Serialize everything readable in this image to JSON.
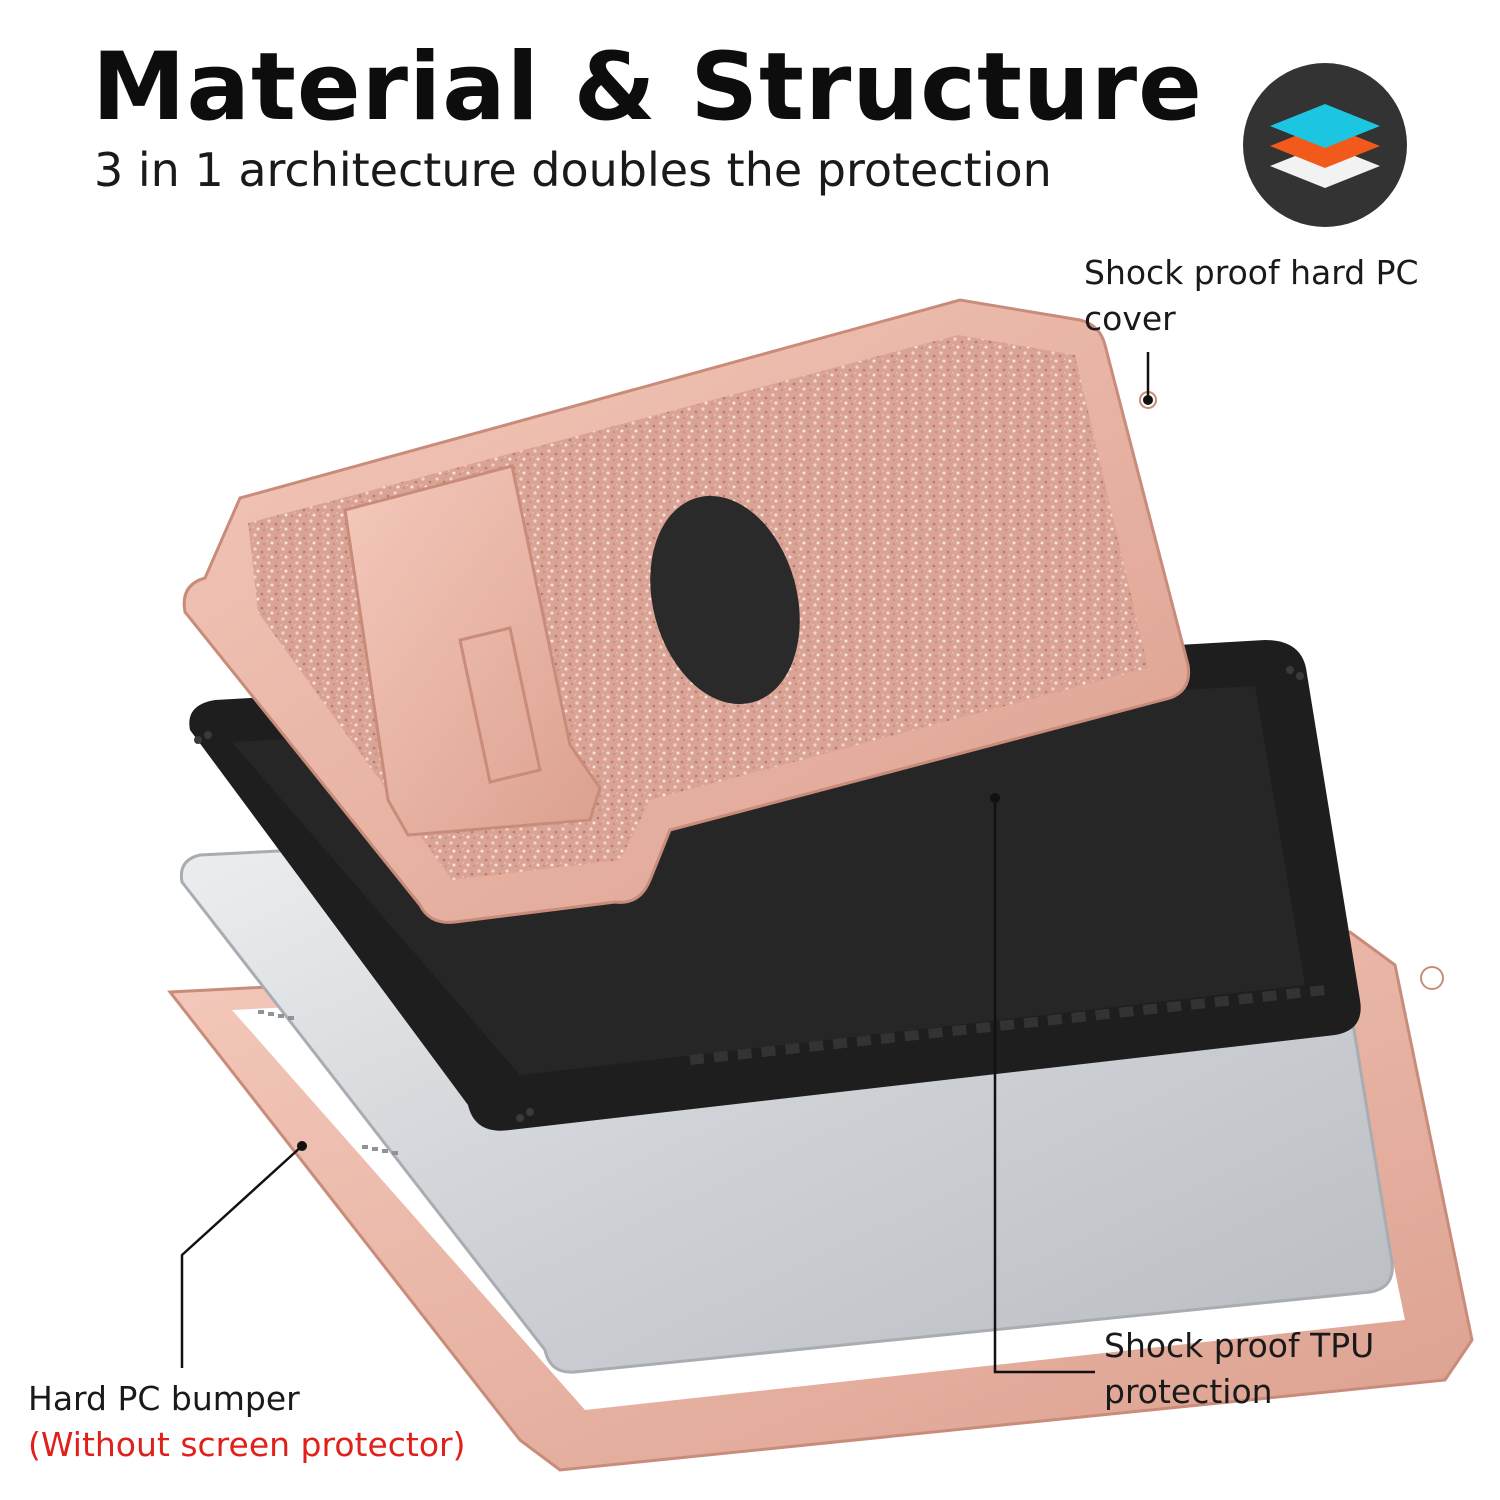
{
  "header": {
    "title": "Material & Structure",
    "subtitle": "3 in 1 architecture doubles the protection"
  },
  "badge": {
    "icon": "layers-icon",
    "colors": {
      "background": "#333333",
      "top_layer": "#1dc6e0",
      "middle_layer": "#f25a1c",
      "bottom_layer": "#f2f2f2"
    }
  },
  "callouts": {
    "cover": {
      "line1": "Shock proof hard PC",
      "line2": "cover"
    },
    "tpu": {
      "line1": "Shock proof TPU",
      "line2": "protection"
    },
    "bumper": {
      "line1": "Hard PC bumper",
      "note": "(Without screen protector)"
    }
  },
  "colors": {
    "rose_gold": "#e9b3a3",
    "tpu_black": "#1e1e1e",
    "tablet_silver": "#d3d5d8",
    "note_red": "#e0201b"
  }
}
